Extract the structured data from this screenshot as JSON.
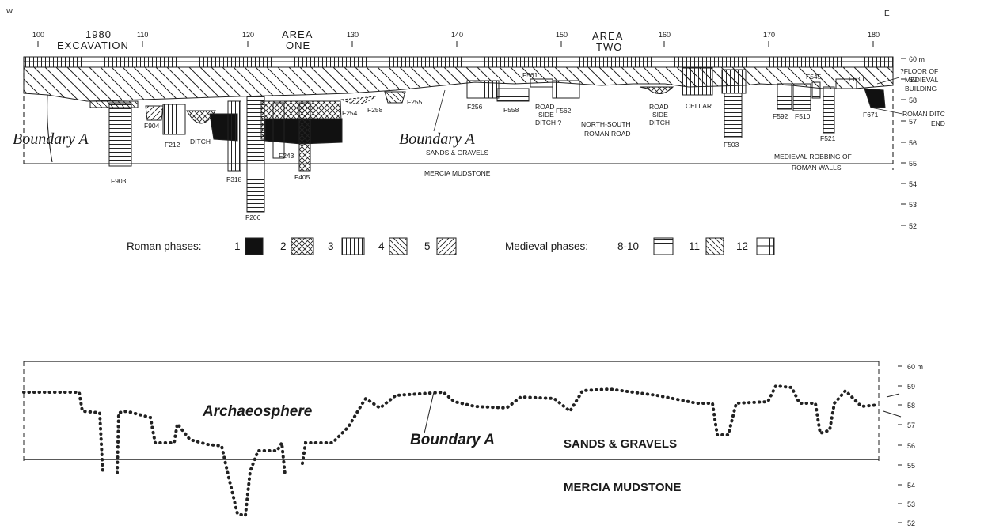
{
  "top_section": {
    "corner_left": "W",
    "corner_right": "E",
    "chainage_ticks": [
      "100",
      "110",
      "120",
      "130",
      "140",
      "150",
      "160",
      "170",
      "180"
    ],
    "area_headings": {
      "excavation_1980": [
        "1980",
        "EXCAVATION"
      ],
      "area_one": [
        "AREA",
        "ONE"
      ],
      "area_two": [
        "AREA",
        "TWO"
      ]
    },
    "boundary_left": "Boundary A",
    "boundary_mid": "Boundary A",
    "sands": "SANDS & GRAVELS",
    "mudstone": "MERCIA MUDSTONE",
    "scale_top": "60 m",
    "scale": [
      "59",
      "58",
      "57",
      "56",
      "55",
      "54",
      "53",
      "52"
    ],
    "features": {
      "f903": "F903",
      "f904": "F904",
      "f212": "F212",
      "ditch": "DITCH",
      "f318": "F318",
      "f206": "F206",
      "f243": "F243",
      "f405": "F405",
      "f254": "F254",
      "f258": "F258",
      "f255": "F255",
      "f256": "F256",
      "f558": "F558",
      "f561": "F561",
      "f562": "F562",
      "f503": "F503",
      "f592": "F592",
      "f510": "F510",
      "f521": "F521",
      "f545": "F545",
      "f630": "F630",
      "f671": "F671"
    },
    "annotations": {
      "road_side_ditch_q": [
        "ROAD",
        "SIDE",
        "DITCH ?"
      ],
      "north_south_road": [
        "NORTH-SOUTH",
        "ROMAN ROAD"
      ],
      "road_side_ditch": [
        "ROAD",
        "SIDE",
        "DITCH"
      ],
      "cellar": "CELLAR",
      "medieval_floor": [
        "?FLOOR OF",
        "MEDIEVAL",
        "BUILDING"
      ],
      "roman_ditch_end": [
        "ROMAN DITC",
        "END"
      ],
      "robbing": [
        "MEDIEVAL   ROBBING  OF",
        "ROMAN   WALLS"
      ]
    }
  },
  "legend": {
    "roman_label": "Roman phases:",
    "roman_phases": [
      "1",
      "2",
      "3",
      "4",
      "5"
    ],
    "medieval_label": "Medieval phases:",
    "medieval_phases": [
      "8-10",
      "11",
      "12"
    ]
  },
  "bottom_section": {
    "archaeosphere": "Archaeosphere",
    "boundary": "Boundary A",
    "sands": "SANDS & GRAVELS",
    "mudstone": "MERCIA MUDSTONE",
    "scale_top": "60 m",
    "scale": [
      "59",
      "58",
      "57",
      "56",
      "55",
      "54",
      "53",
      "52"
    ]
  }
}
